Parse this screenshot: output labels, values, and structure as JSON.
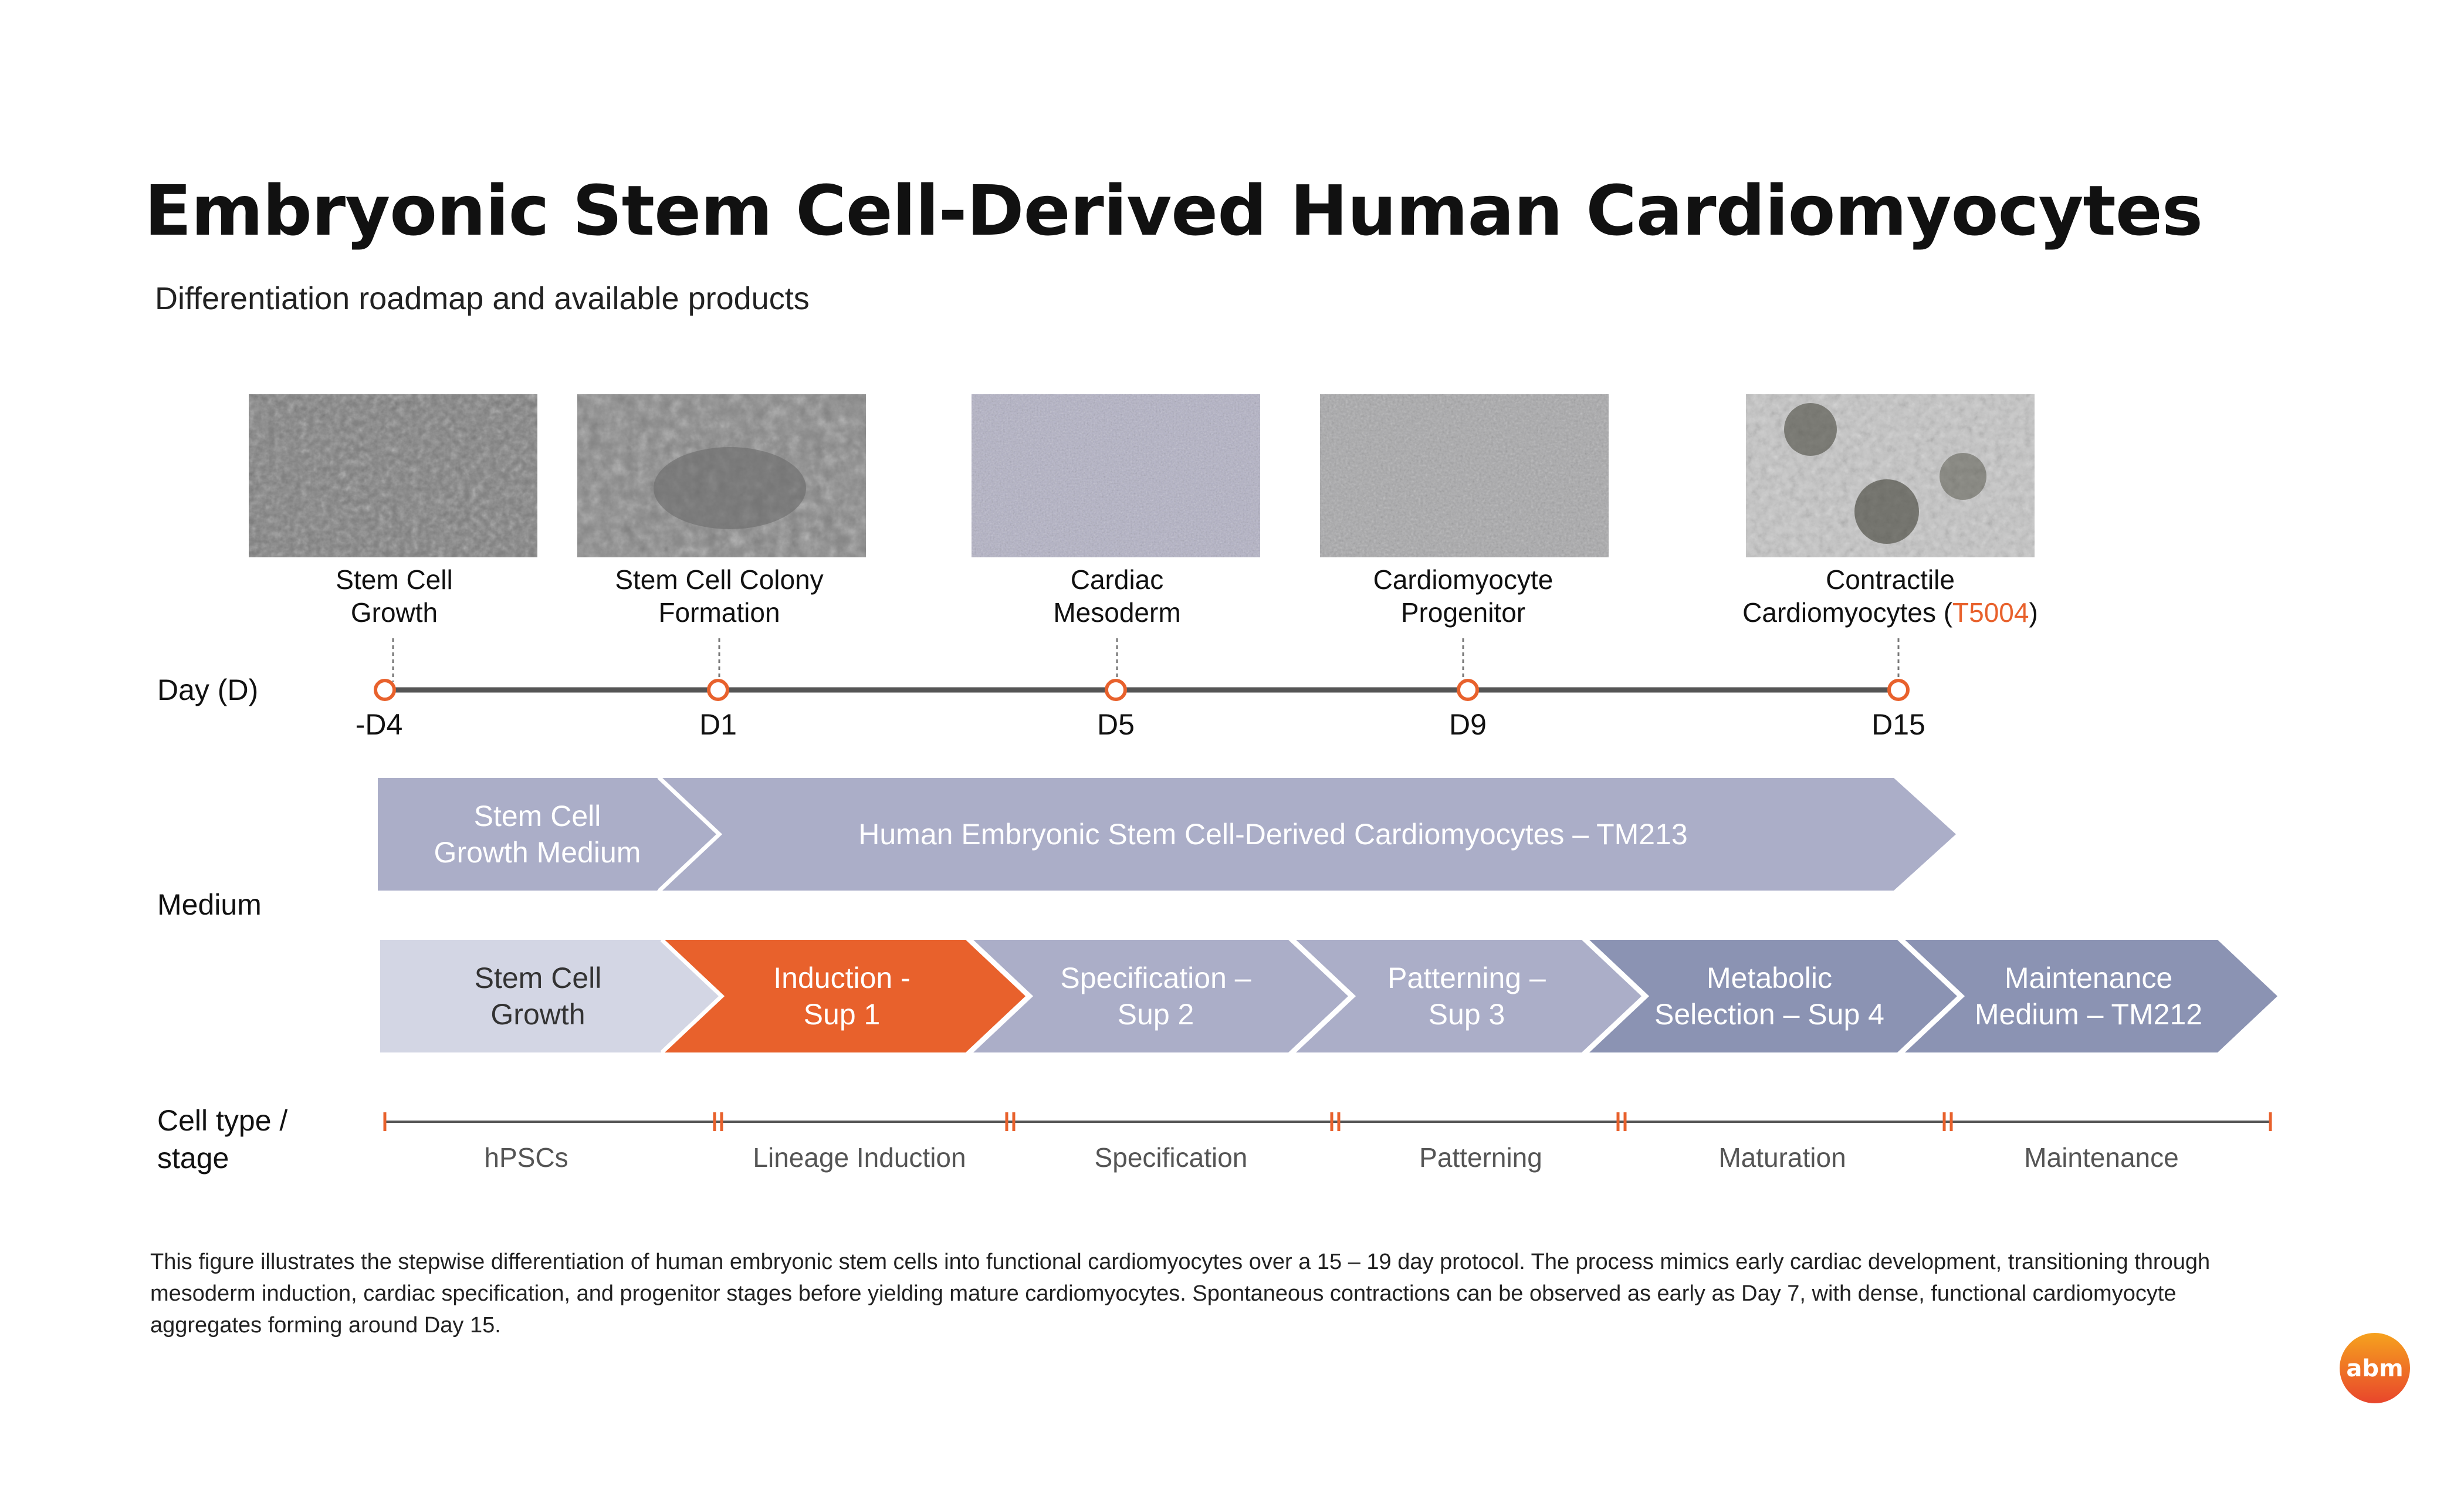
{
  "header": {
    "title": "Embryonic Stem Cell-Derived Human Cardiomyocytes",
    "subtitle": "Differentiation roadmap and available products"
  },
  "stages": [
    {
      "line1": "Stem Cell",
      "line2": "Growth",
      "product": ""
    },
    {
      "line1": "Stem Cell Colony",
      "line2": "Formation",
      "product": ""
    },
    {
      "line1": "Cardiac",
      "line2": "Mesoderm",
      "product": ""
    },
    {
      "line1": "Cardiomyocyte",
      "line2": "Progenitor",
      "product": ""
    },
    {
      "line1": "Contractile",
      "line2": "Cardiomyocytes (",
      "product": "T5004",
      "line2_end": ")"
    }
  ],
  "timeline": {
    "label": "Day (D)",
    "days": [
      "-D4",
      "D1",
      "D5",
      "D9",
      "D15"
    ]
  },
  "medium": {
    "label": "Medium",
    "top_row": [
      {
        "line1": "Stem Cell",
        "line2": "Growth Medium"
      },
      {
        "line1": "Human Embryonic Stem Cell-Derived Cardiomyocytes – TM213",
        "line2": ""
      }
    ],
    "bottom_row": [
      {
        "line1": "Stem Cell",
        "line2": "Growth"
      },
      {
        "line1": "Induction -",
        "line2": "Sup 1"
      },
      {
        "line1": "Specification –",
        "line2": "Sup 2"
      },
      {
        "line1": "Patterning –",
        "line2": "Sup 3"
      },
      {
        "line1": "Metabolic",
        "line2": "Selection – Sup 4"
      },
      {
        "line1": "Maintenance",
        "line2": "Medium – TM212"
      }
    ]
  },
  "cell_type": {
    "label_line1": "Cell type /",
    "label_line2": "stage",
    "stages": [
      "hPSCs",
      "Lineage Induction",
      "Specification",
      "Patterning",
      "Maturation",
      "Maintenance"
    ]
  },
  "caption": "This figure illustrates the stepwise differentiation of human embryonic stem cells into functional cardiomyocytes over a 15 – 19 day protocol. The process mimics early cardiac development, transitioning through mesoderm induction, cardiac specification, and progenitor stages before yielding mature cardiomyocytes. Spontaneous contractions can be observed as early as Day 7, with dense, functional cardiomyocyte aggregates forming around Day 15.",
  "logo": {
    "text": "abm"
  },
  "colors": {
    "accent": "#e8612c",
    "arrow_light": "#d3d6e4",
    "arrow_mid": "#abaec8",
    "arrow_dark": "#8b93b3",
    "timeline": "#555555"
  }
}
